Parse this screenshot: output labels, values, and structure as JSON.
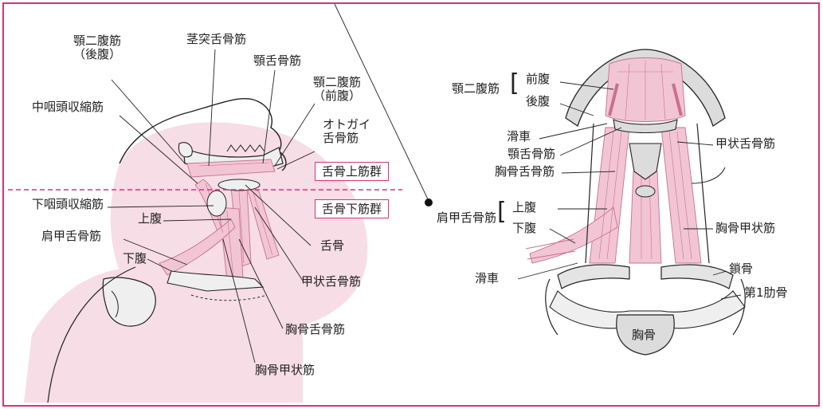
{
  "left": {
    "labels": {
      "digastric_posterior_1": "顎二腹筋",
      "digastric_posterior_2": "（後腹）",
      "stylohyoid": "茎突舌骨筋",
      "mylohyoid": "顎舌骨筋",
      "digastric_anterior_1": "顎二腹筋",
      "digastric_anterior_2": "（前腹）",
      "middle_constrictor": "中咽頭収縮筋",
      "geniohyoid_1": "オトガイ",
      "geniohyoid_2": "舌骨筋",
      "suprahyoid_group": "舌骨上筋群",
      "inferior_constrictor": "下咽頭収縮筋",
      "infrahyoid_group": "舌骨下筋群",
      "superior_belly": "上腹",
      "omohyoid": "肩甲舌骨筋",
      "inferior_belly": "下腹",
      "hyoid_bone": "舌骨",
      "thyrohyoid": "甲状舌骨筋",
      "sternohyoid": "胸骨舌骨筋",
      "sternothyroid": "胸骨甲状筋"
    }
  },
  "right": {
    "labels": {
      "digastric": "顎二腹筋",
      "anterior_belly": "前腹",
      "posterior_belly": "後腹",
      "trochlea_top": "滑車",
      "mylohyoid": "顎舌骨筋",
      "sternohyoid": "胸骨舌骨筋",
      "thyrohyoid": "甲状舌骨筋",
      "omohyoid": "肩甲舌骨筋",
      "superior_belly": "上腹",
      "inferior_belly": "下腹",
      "sternothyroid": "胸骨甲状筋",
      "trochlea_bottom": "滑車",
      "clavicle": "鎖骨",
      "first_rib": "第1肋骨",
      "sternum": "胸骨"
    }
  },
  "colors": {
    "frame": "#d6337a",
    "muscle": "#f2c5d4",
    "muscle_line": "#c9708f",
    "skin": "#f7dde6",
    "bone": "#e9e9e9",
    "line": "#222222"
  }
}
